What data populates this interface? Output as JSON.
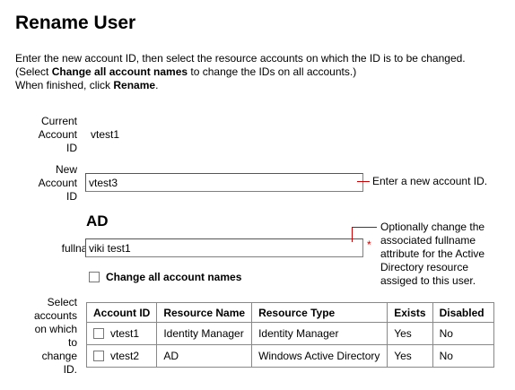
{
  "page": {
    "title": "Rename User",
    "intro": {
      "line1": "Enter the new account ID, then select the resource accounts on which the ID is to be changed.",
      "line2_pre": "(Select ",
      "line2_bold": "Change all account names",
      "line2_post": " to change the IDs on all accounts.)",
      "line3_pre": "When finished, click ",
      "line3_bold": "Rename",
      "line3_post": "."
    }
  },
  "form": {
    "current_label_1": "Current",
    "current_label_2": "Account",
    "current_label_3": "ID",
    "current_value": "vtest1",
    "new_label_1": "New",
    "new_label_2": "Account",
    "new_label_3": "ID",
    "new_value": "vtest3",
    "new_note": "Enter a new account ID.",
    "section_ad": "AD",
    "fullname_label": "fullname",
    "fullname_value": "viki test1",
    "required_mark": "*",
    "fullname_note_1": "Optionally change the",
    "fullname_note_2": "associated fullname",
    "fullname_note_3": "attribute for the Active",
    "fullname_note_4": "Directory resource",
    "fullname_note_5": "assiged to this user.",
    "change_all_label": "Change all account names",
    "select_label_1": "Select",
    "select_label_2": "accounts",
    "select_label_3": "on which",
    "select_label_4": "to",
    "select_label_5": "change",
    "select_label_6": "ID."
  },
  "accounts_table": {
    "headers": [
      "Account ID",
      "Resource Name",
      "Resource Type",
      "Exists",
      "Disabled"
    ],
    "rows": [
      {
        "account_id": "vtest1",
        "resource_name": "Identity Manager",
        "resource_type": "Identity Manager",
        "exists": "Yes",
        "disabled": "No"
      },
      {
        "account_id": "vtest2",
        "resource_name": "AD",
        "resource_type": "Windows Active Directory",
        "exists": "Yes",
        "disabled": "No"
      }
    ]
  }
}
